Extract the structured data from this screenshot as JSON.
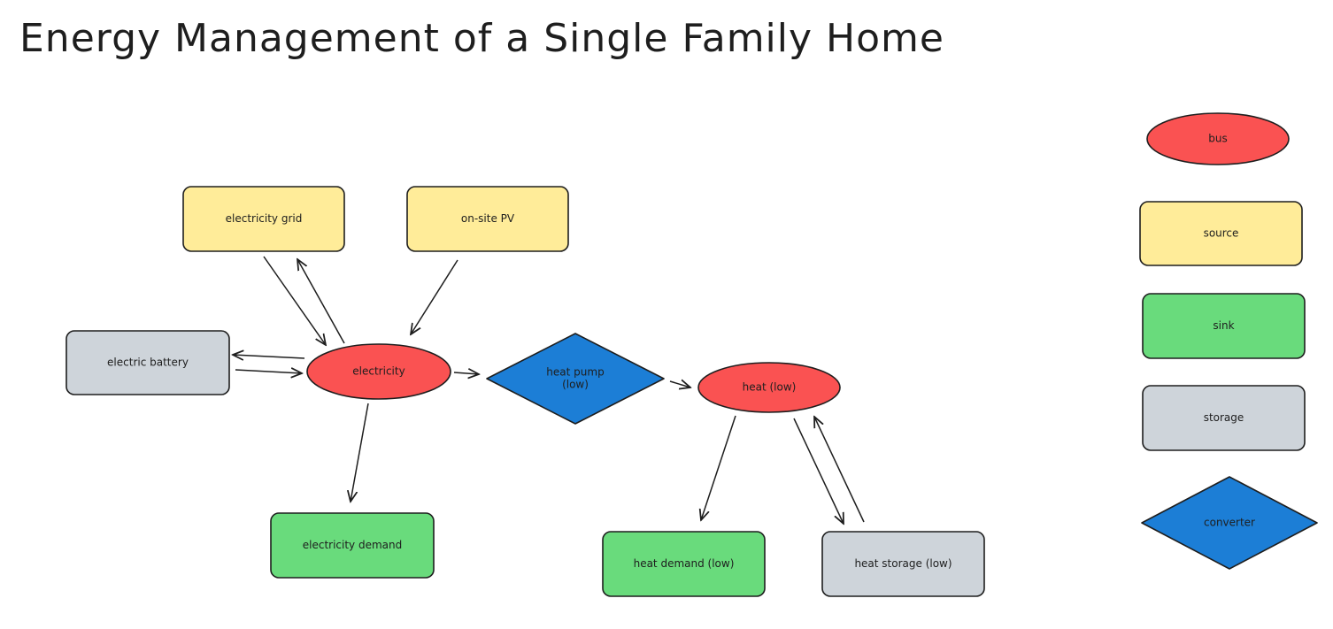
{
  "title": "Energy Management of a Single Family Home",
  "colors": {
    "bus": "#fa5252",
    "source": "#ffec99",
    "sink": "#69db7c",
    "storage": "#ced4da",
    "converter": "#1c7ed6",
    "stroke": "#1e1e1e"
  },
  "nodes": {
    "electricity_grid": {
      "label": "electricity grid",
      "kind": "source"
    },
    "onsite_pv": {
      "label": "on-site PV",
      "kind": "source"
    },
    "electric_battery": {
      "label": "electric battery",
      "kind": "storage"
    },
    "electricity": {
      "label": "electricity",
      "kind": "bus"
    },
    "heat_pump": {
      "label": "heat pump\n(low)",
      "kind": "converter"
    },
    "heat_low": {
      "label": "heat (low)",
      "kind": "bus"
    },
    "electricity_demand": {
      "label": "electricity demand",
      "kind": "sink"
    },
    "heat_demand": {
      "label": "heat demand (low)",
      "kind": "sink"
    },
    "heat_storage": {
      "label": "heat storage (low)",
      "kind": "storage"
    }
  },
  "edges": [
    {
      "from": "electricity_grid",
      "to": "electricity"
    },
    {
      "from": "electricity",
      "to": "electricity_grid"
    },
    {
      "from": "onsite_pv",
      "to": "electricity"
    },
    {
      "from": "electricity",
      "to": "electric_battery"
    },
    {
      "from": "electric_battery",
      "to": "electricity"
    },
    {
      "from": "electricity",
      "to": "heat_pump"
    },
    {
      "from": "electricity",
      "to": "electricity_demand"
    },
    {
      "from": "heat_pump",
      "to": "heat_low"
    },
    {
      "from": "heat_low",
      "to": "heat_demand"
    },
    {
      "from": "heat_low",
      "to": "heat_storage"
    },
    {
      "from": "heat_storage",
      "to": "heat_low"
    }
  ],
  "legend": [
    {
      "label": "bus",
      "kind": "bus"
    },
    {
      "label": "source",
      "kind": "source"
    },
    {
      "label": "sink",
      "kind": "sink"
    },
    {
      "label": "storage",
      "kind": "storage"
    },
    {
      "label": "converter",
      "kind": "converter"
    }
  ]
}
